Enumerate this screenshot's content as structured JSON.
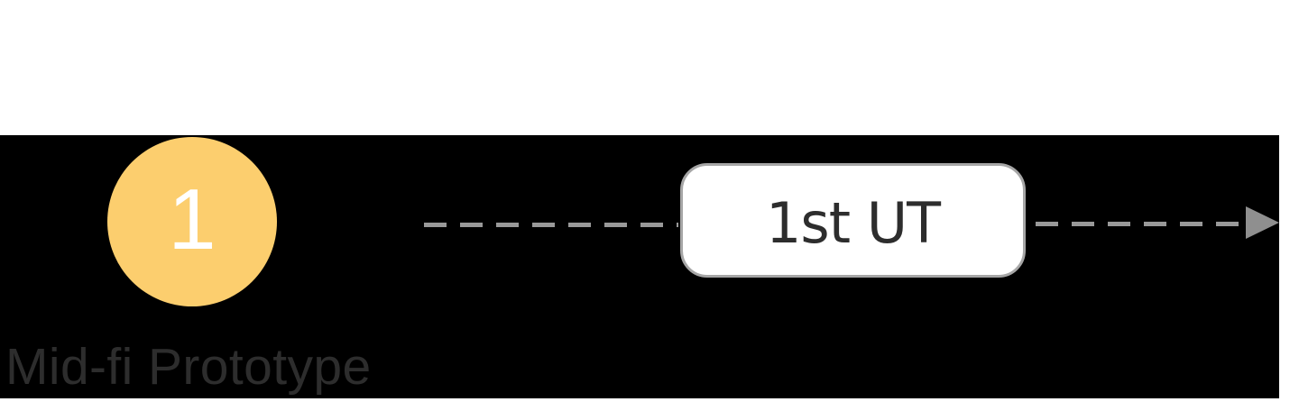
{
  "step": {
    "number": "1",
    "label": "Mid-fi Prototype"
  },
  "milestone": {
    "label": "1st UT"
  },
  "colors": {
    "page_background": "#FFFFFF",
    "band_background": "#000000",
    "step_circle": "#FCCE6E",
    "step_number": "#FFFFFF",
    "text": "#2D2D2D",
    "connector": "#999999",
    "arrow": "#8F8F8F",
    "milestone_border": "#A6A6A6",
    "milestone_background": "#FFFFFF"
  }
}
